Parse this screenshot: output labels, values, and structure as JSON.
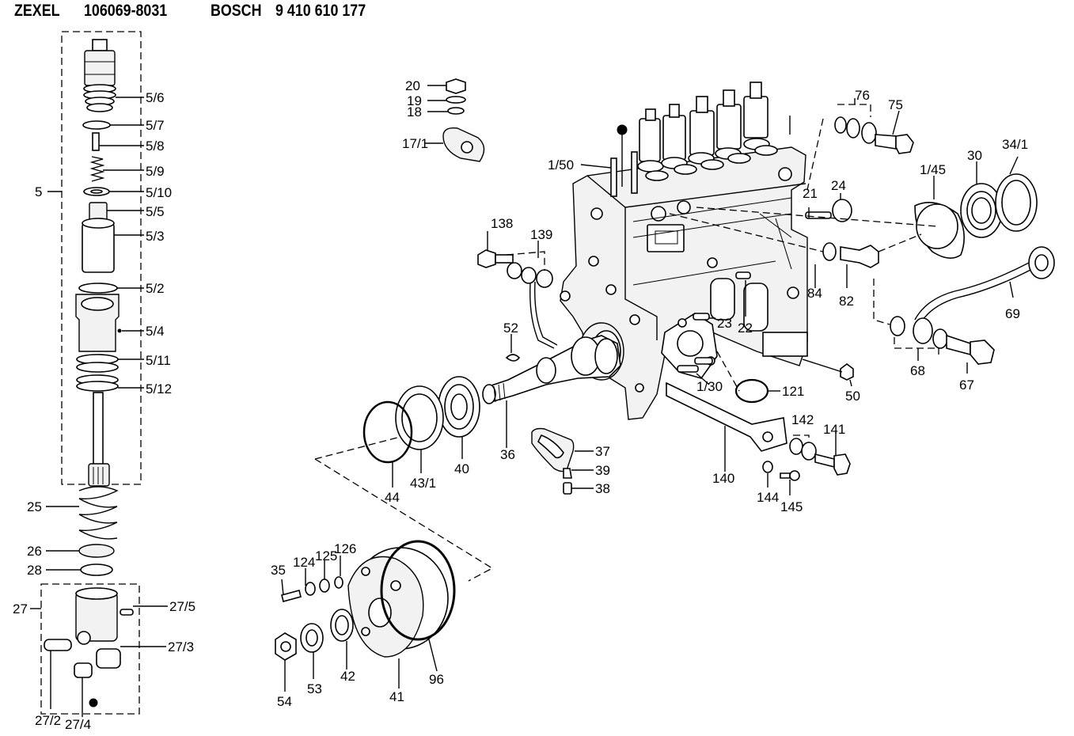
{
  "header": {
    "brand1": "ZEXEL",
    "part1": "106069-8031",
    "brand2": "BOSCH",
    "part2": "9 410 610 177"
  },
  "labels": {
    "l5_6": "5/6",
    "l5_7": "5/7",
    "l5_8": "5/8",
    "l5_9": "5/9",
    "l5": "5",
    "l5_10": "5/10",
    "l5_5": "5/5",
    "l5_3": "5/3",
    "l5_2": "5/2",
    "l5_4": "5/4",
    "l5_11": "5/11",
    "l5_12": "5/12",
    "l25": "25",
    "l26": "26",
    "l28": "28",
    "l27": "27",
    "l27_5": "27/5",
    "l27_3": "27/3",
    "l27_2": "27/2",
    "l27_4": "27/4",
    "l20": "20",
    "l19": "19",
    "l18": "18",
    "l17_1": "17/1",
    "l1_50": "1/50",
    "l138": "138",
    "l139": "139",
    "l52": "52",
    "l76": "76",
    "l75": "75",
    "l1_45": "1/45",
    "l30": "30",
    "l34_1": "34/1",
    "l21": "21",
    "l24": "24",
    "l84": "84",
    "l82": "82",
    "l69": "69",
    "l23": "23",
    "l22": "22",
    "l1_30": "1/30",
    "l121": "121",
    "l50": "50",
    "l68": "68",
    "l67": "67",
    "l36": "36",
    "l37": "37",
    "l39": "39",
    "l38": "38",
    "l40": "40",
    "l43_1": "43/1",
    "l44": "44",
    "l140": "140",
    "l142": "142",
    "l141": "141",
    "l144": "144",
    "l145": "145",
    "l35": "35",
    "l124": "124",
    "l125": "125",
    "l126": "126",
    "l54": "54",
    "l53": "53",
    "l42": "42",
    "l41": "41",
    "l96": "96"
  }
}
